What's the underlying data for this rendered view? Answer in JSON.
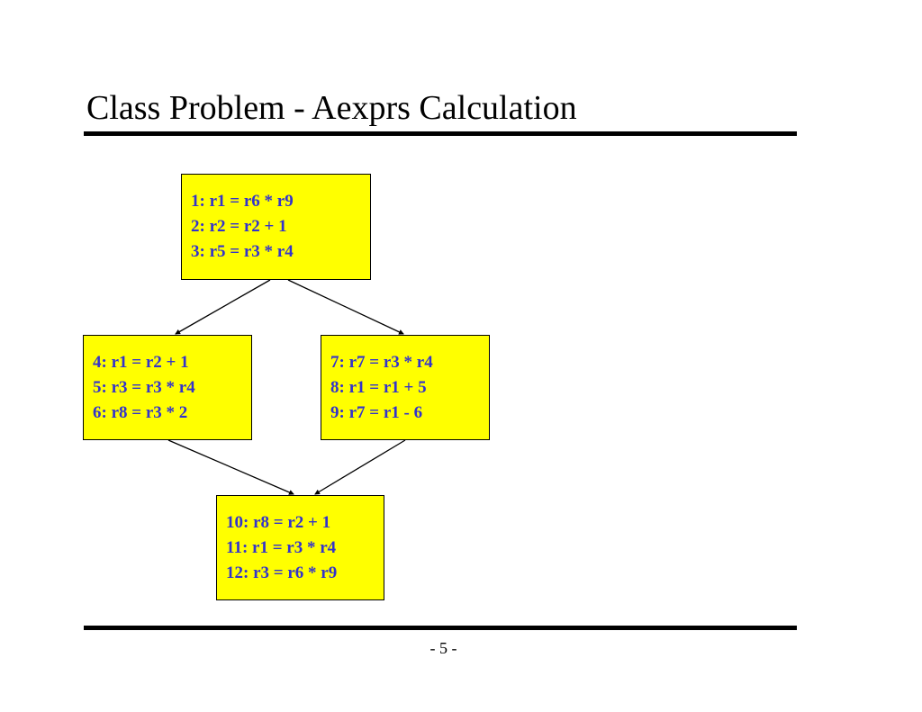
{
  "title": "Class Problem - Aexprs Calculation",
  "blocks": [
    {
      "instructions": [
        "1: r1 = r6 * r9",
        "2: r2 = r2 + 1",
        "3: r5 = r3 * r4"
      ]
    },
    {
      "instructions": [
        "4: r1 = r2 + 1",
        "5: r3 = r3 * r4",
        "6: r8 = r3 * 2"
      ]
    },
    {
      "instructions": [
        "7: r7 = r3 * r4",
        "8: r1 = r1 + 5",
        "9: r7 = r1 - 6"
      ]
    },
    {
      "instructions": [
        "10: r8 = r2 + 1",
        "11: r1 = r3 * r4",
        "12: r3 = r6 * r9"
      ]
    }
  ],
  "colors": {
    "block_fill": "#ffff00",
    "instruction_text": "#3333cc",
    "rule": "#000000"
  },
  "page_number": "- 5 -"
}
